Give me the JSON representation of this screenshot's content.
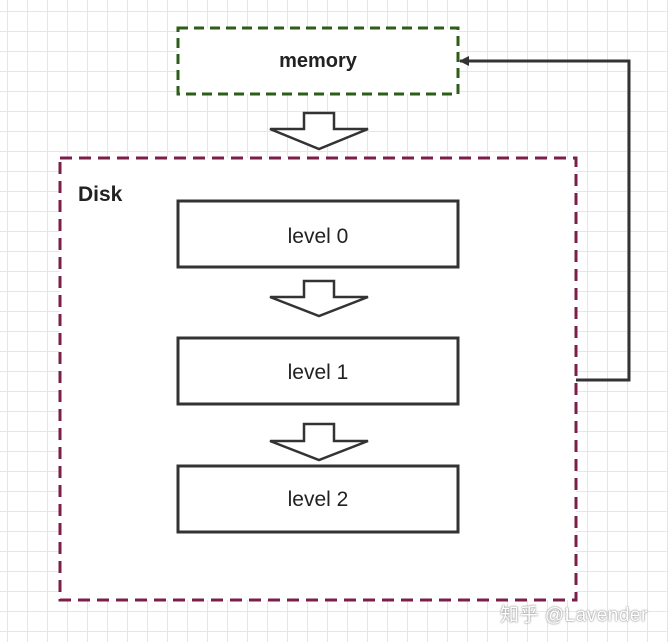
{
  "memory": {
    "label": "memory"
  },
  "disk": {
    "label": "Disk",
    "levels": [
      {
        "label": "level 0"
      },
      {
        "label": "level 1"
      },
      {
        "label": "level 2"
      }
    ]
  },
  "watermark": {
    "text": "知乎 @Lavender"
  },
  "colors": {
    "memory_border": "#2c5e1a",
    "disk_border": "#7b1f4a",
    "box_border": "#333333",
    "arrow_stroke": "#333333",
    "grid_line": "#e6e6e6"
  }
}
